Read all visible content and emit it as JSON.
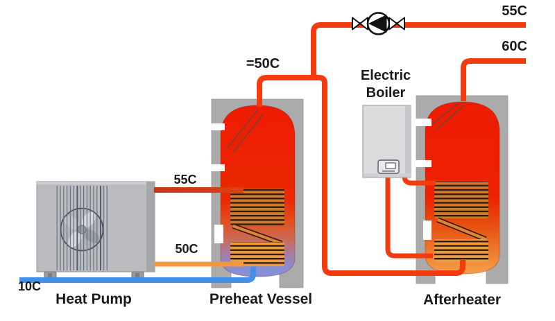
{
  "diagram": {
    "temperatures": {
      "top_output": "55C",
      "afterheater_output": "60C",
      "preheat_output": "=50C",
      "heatpump_supply": "55C",
      "heatpump_return": "50C",
      "cold_inlet": "10C"
    },
    "components": {
      "heat_pump": "Heat Pump",
      "preheat_vessel": "Preheat Vessel",
      "electric_boiler_line1": "Electric",
      "electric_boiler_line2": "Boiler",
      "afterheater": "Afterheater"
    },
    "icons": {
      "pump": "circulation-pump-icon",
      "valve": "shutoff-valve-icon",
      "fan": "fan-icon"
    },
    "colors": {
      "pipe_hot": "#f43b0e",
      "pipe_supply": "#c43a16",
      "pipe_supply_bright": "#dc4012",
      "pipe_warm": "#f2963f",
      "pipe_cold": "#4190e9",
      "tank_hot": "#ee1b00",
      "tank_cold": "#8093dd",
      "tank_warm_bottom": "#f5a04b",
      "enclosure_gray": "#ababab",
      "equipment_gray": "#bbbcbf",
      "text": "#1b1b1b"
    }
  }
}
